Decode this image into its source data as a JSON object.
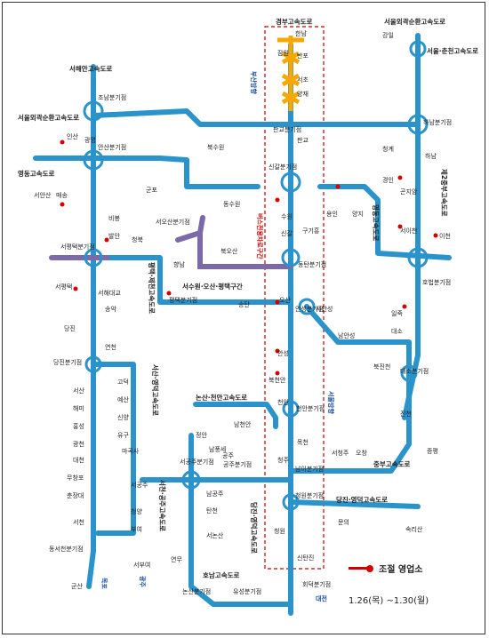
{
  "highways": {
    "gyeongbu": "경부고속도로",
    "seoul_outer_chuncheon": "서울외곽순환고속도로",
    "seoul_chuncheon": "서울·춘천고속도로",
    "seohaean": "서해안고속도로",
    "seoul_outer_left": "서울외곽순환고속도로",
    "yeongdong_left": "영동고속도로",
    "jeil_jungbu_2": "제2중부고속도로",
    "yeongdong_right": "영동고속도로",
    "pyeongtaek_jecheon": "평택·제천고속도로",
    "seosan_yeongdeok": "서산·영덕고속도로",
    "nonsan_cheonan": "논산·천안고속도로",
    "seocheon_gongju": "서천·공주고속도로",
    "jungbu": "중부고속도로",
    "dangjin_yeongdeok": "당진·영덕고속도로",
    "dangjin_yeongdeok_2": "당진·영덕고속도로",
    "honam": "호남고속도로",
    "suwon_osan_pyeongtaek": "서수원·오산·평택구간"
  },
  "directions": {
    "busan": "부산방향",
    "seoul": "서울방향",
    "mokpo": "목포",
    "gwangju": "광주",
    "daejeon": "대전"
  },
  "bus_lane": "버스전용차로구간",
  "stations": [
    "한남",
    "잠원",
    "반포",
    "서초",
    "양재",
    "판교분기점",
    "판교",
    "신갈분기점",
    "수원",
    "신갈",
    "구기흥",
    "동탄분기점",
    "오산",
    "안성분기점",
    "안성",
    "북천안",
    "천안",
    "천안분기점",
    "목천",
    "청주",
    "남이분기점",
    "청원분기점",
    "청원",
    "신탄진",
    "회덕분기점",
    "조남분기점",
    "안산분기점",
    "인산",
    "서안산",
    "매송",
    "비봉",
    "발안",
    "서평택분기점",
    "서평택",
    "서해대교",
    "송악",
    "당진",
    "당진분기점",
    "서산",
    "해미",
    "홍성",
    "광천",
    "대천",
    "무창포",
    "춘장대",
    "서천",
    "동서천분기점",
    "군산",
    "광명",
    "북수원",
    "동수원",
    "군포",
    "용인",
    "양지",
    "경인",
    "곤지암",
    "서이천",
    "이천",
    "호법분기점",
    "하남분기점",
    "하남",
    "일죽",
    "대소",
    "남안성",
    "서안성",
    "대소분기점",
    "북진천",
    "진천",
    "증평",
    "오창",
    "서청주",
    "문의",
    "속리산",
    "서오산분기점",
    "향남",
    "평택분기점",
    "북오산",
    "송탄",
    "청북",
    "연천",
    "고덕",
    "예산",
    "신양",
    "유구",
    "마곡사",
    "서공주분기점",
    "서공주",
    "청양",
    "부여",
    "서부여",
    "정안",
    "남풍세",
    "남천안",
    "공주분기점",
    "공주",
    "남공주",
    "탄천",
    "서논산",
    "연무",
    "논산분기점",
    "유성분기점",
    "강일",
    "청계"
  ],
  "legend": {
    "label": "조절 영업소",
    "dates": "1.26(목) ~1.30(월)"
  },
  "colors": {
    "highway": "#2b93cc",
    "suwon_osan": "#7c6aa8",
    "seoul_section": "#f5a800",
    "toll_marker": "#d40000",
    "dashed_box": "#c00000"
  }
}
